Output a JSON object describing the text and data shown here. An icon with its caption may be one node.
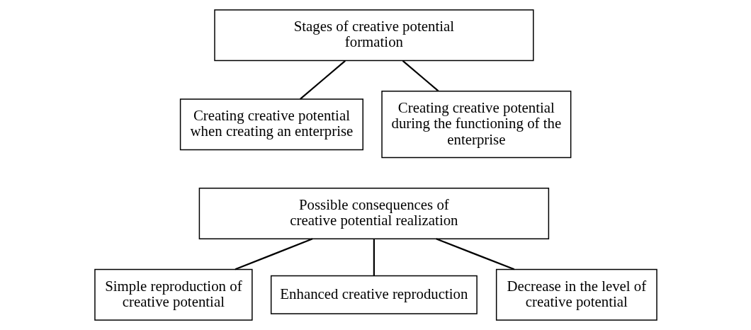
{
  "diagram": {
    "nodes": [
      {
        "text": [
          "Stages of creative potential formation"
        ]
      },
      {
        "text": [
          "Creating creative potential when creating an enterprise"
        ]
      },
      {
        "text": [
          "Creating creative potential during the functioning of the enterprise"
        ]
      },
      {
        "text": [
          "Possible consequences of creative potential realization"
        ]
      },
      {
        "text": [
          "Simple reproduction of creative potential"
        ]
      },
      {
        "text": [
          "Enhanced creative reproduction"
        ]
      },
      {
        "text": [
          "Decrease in the level of creative potential"
        ]
      }
    ],
    "edges": [
      {
        "from": 0,
        "to": 1,
        "arrow": "none"
      },
      {
        "from": 0,
        "to": 2,
        "arrow": "none"
      },
      {
        "from": 3,
        "to": 4,
        "arrow": "none"
      },
      {
        "from": 3,
        "to": 5,
        "arrow": "none"
      },
      {
        "from": 3,
        "to": 6,
        "arrow": "none"
      }
    ]
  }
}
